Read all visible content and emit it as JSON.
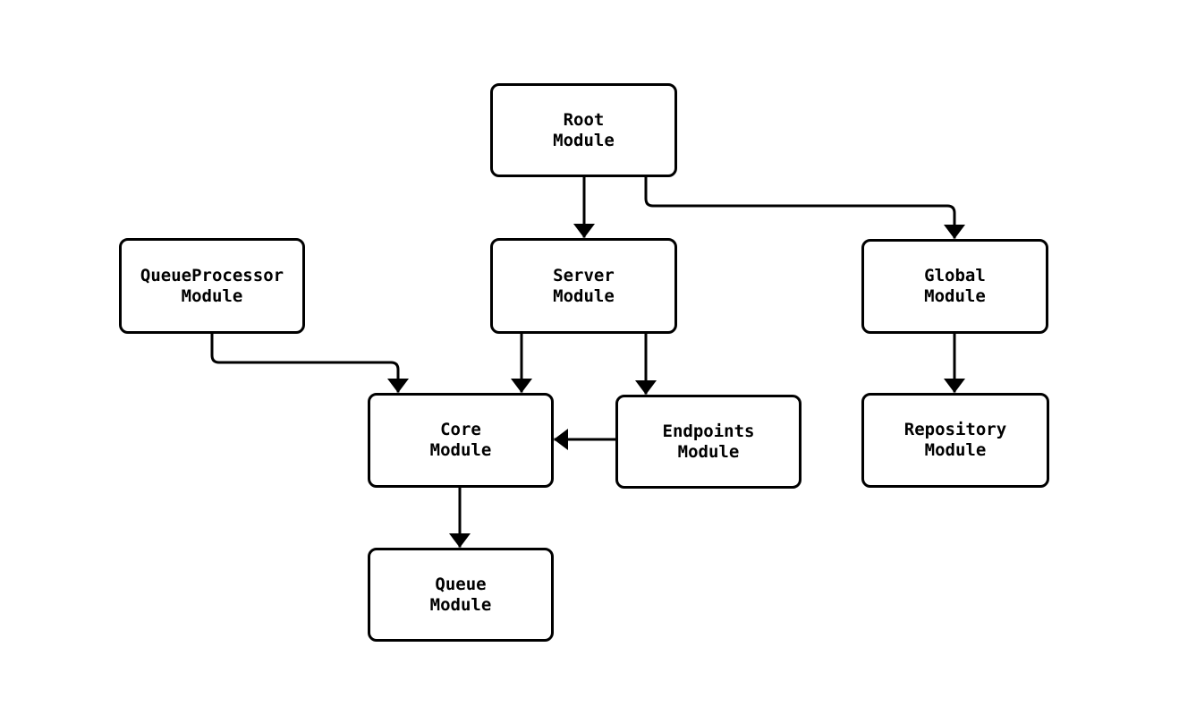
{
  "diagram": {
    "background_color": "#ffffff",
    "stroke_color": "#000000",
    "box_fill_color": "#ffffff",
    "nodes": {
      "root": {
        "label": "Root\nModule"
      },
      "queue_processor": {
        "label": "QueueProcessor\nModule"
      },
      "server": {
        "label": "Server\nModule"
      },
      "global": {
        "label": "Global\nModule"
      },
      "core": {
        "label": "Core\nModule"
      },
      "endpoints": {
        "label": "Endpoints\nModule"
      },
      "repository": {
        "label": "Repository\nModule"
      },
      "queue": {
        "label": "Queue\nModule"
      }
    },
    "edges": [
      {
        "from": "Root Module",
        "to": "Server Module"
      },
      {
        "from": "Root Module",
        "to": "Global Module"
      },
      {
        "from": "QueueProcessor Module",
        "to": "Core Module"
      },
      {
        "from": "Server Module",
        "to": "Core Module"
      },
      {
        "from": "Server Module",
        "to": "Endpoints Module"
      },
      {
        "from": "Endpoints Module",
        "to": "Core Module"
      },
      {
        "from": "Global Module",
        "to": "Repository Module"
      },
      {
        "from": "Core Module",
        "to": "Queue Module"
      }
    ]
  }
}
